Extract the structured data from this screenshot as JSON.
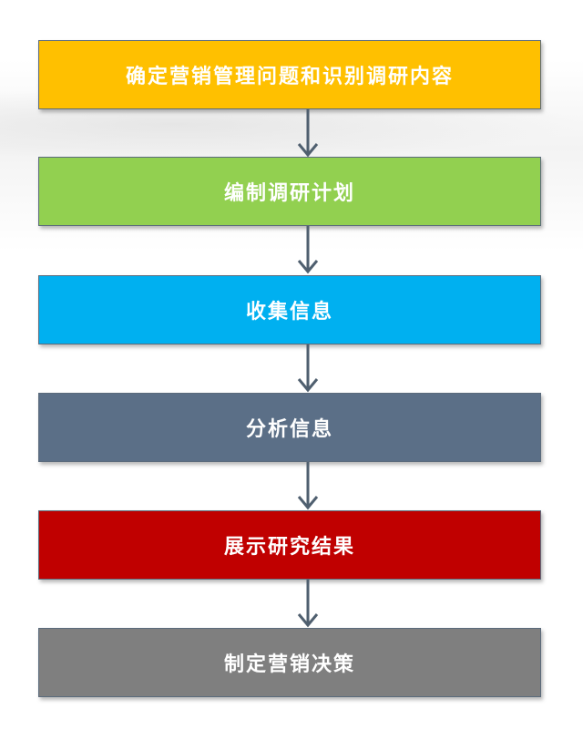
{
  "flow": {
    "steps": [
      {
        "label": "确定营销管理问题和识别调研内容",
        "color": "#FFC000"
      },
      {
        "label": "编制调研计划",
        "color": "#92D050"
      },
      {
        "label": "收集信息",
        "color": "#00B0F0"
      },
      {
        "label": "分析信息",
        "color": "#5B6F87"
      },
      {
        "label": "展示研究结果",
        "color": "#C00000"
      },
      {
        "label": "制定营销决策",
        "color": "#7F7F7F"
      }
    ],
    "arrow_color": "#4F5F6F"
  }
}
